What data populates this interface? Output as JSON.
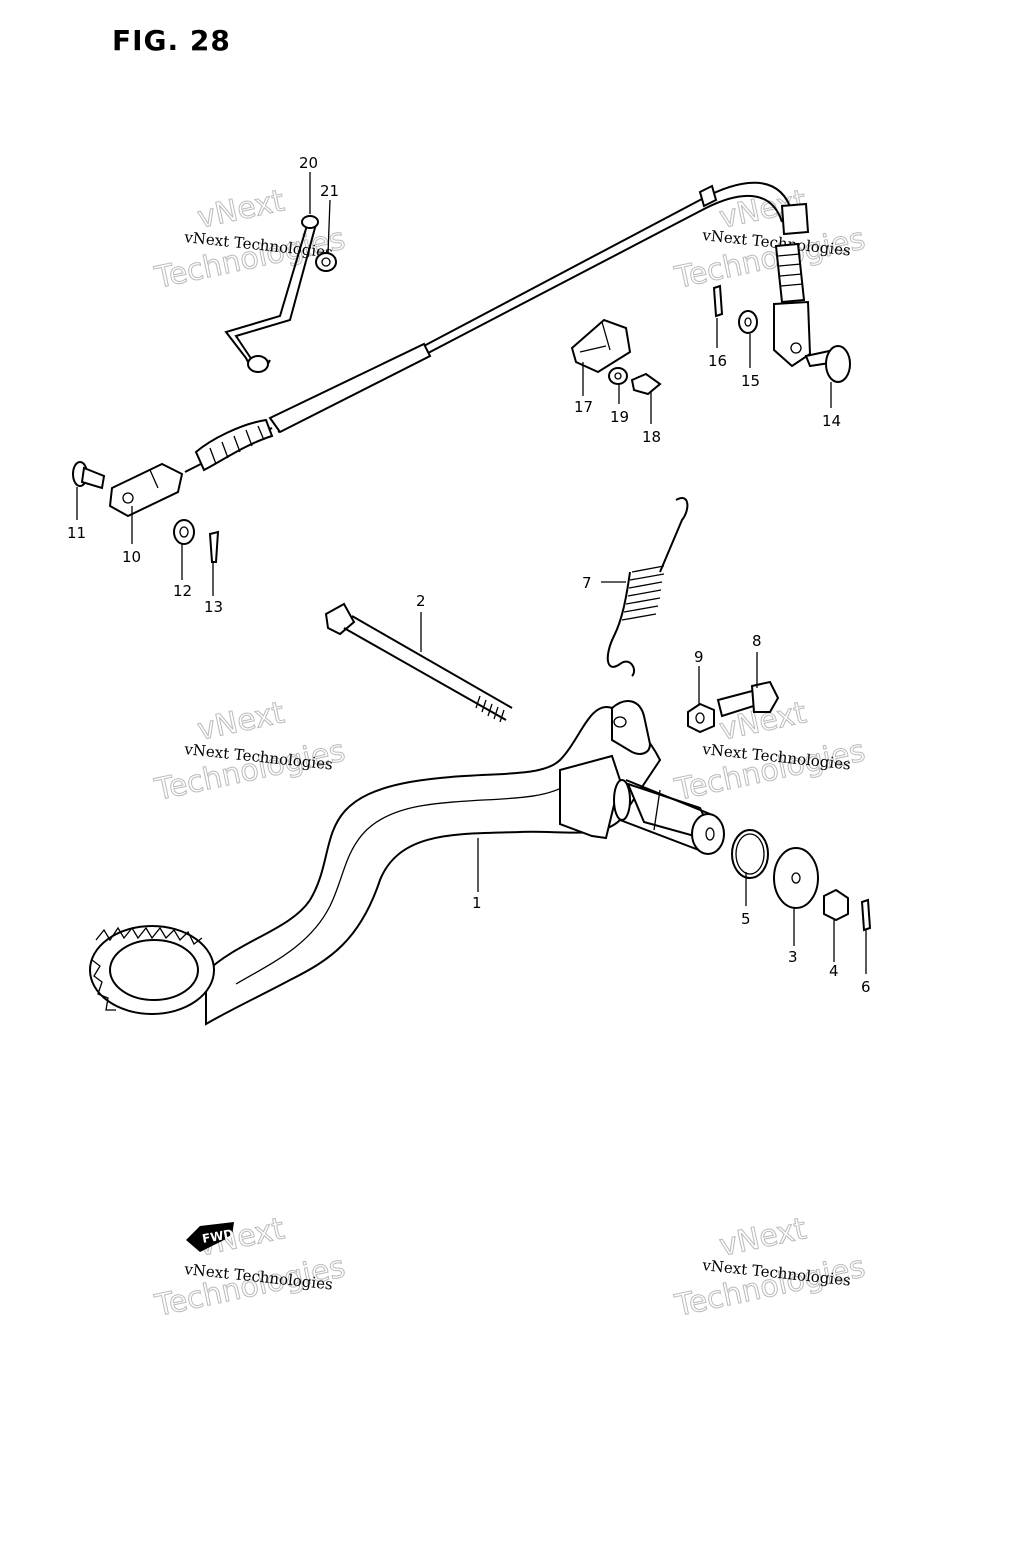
{
  "figure": {
    "title": "FIG. 28",
    "fwd_label": "FWD"
  },
  "parts": [
    {
      "number": "1"
    },
    {
      "number": "2"
    },
    {
      "number": "3"
    },
    {
      "number": "4"
    },
    {
      "number": "5"
    },
    {
      "number": "6"
    },
    {
      "number": "7"
    },
    {
      "number": "8"
    },
    {
      "number": "9"
    },
    {
      "number": "10"
    },
    {
      "number": "11"
    },
    {
      "number": "12"
    },
    {
      "number": "13"
    },
    {
      "number": "14"
    },
    {
      "number": "15"
    },
    {
      "number": "16"
    },
    {
      "number": "17"
    },
    {
      "number": "18"
    },
    {
      "number": "19"
    },
    {
      "number": "20"
    },
    {
      "number": "21"
    }
  ],
  "watermark": {
    "line1": "vNext Technologies",
    "line2": "vNext",
    "line3": "Technologies"
  }
}
